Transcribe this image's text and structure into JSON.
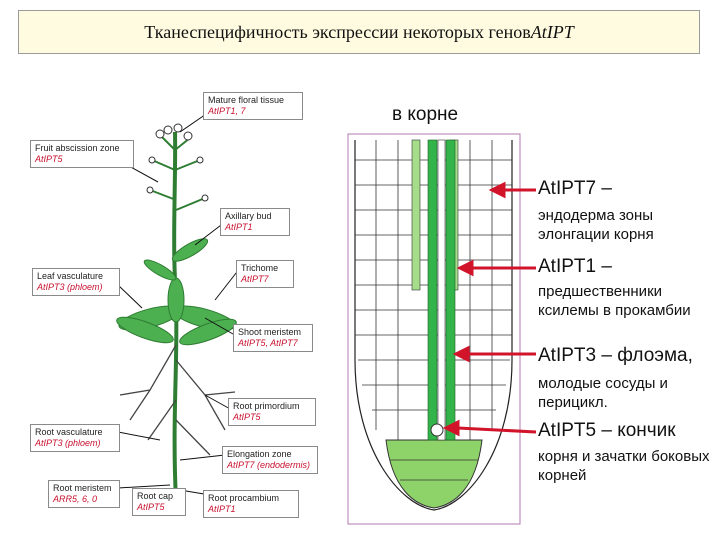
{
  "title": {
    "main": "Тканеспецифичность экспрессии некоторых генов ",
    "gene": "AtIPT"
  },
  "root_section": {
    "heading": "в корне",
    "labels": [
      {
        "gene": "AtIPT7 –",
        "desc": "эндодерма зоны элонгации корня"
      },
      {
        "gene": "AtIPT1 –",
        "desc": "предшественники ксилемы в прокамбии"
      },
      {
        "gene": "AtIPT3 – флоэма,",
        "desc": "молодые сосуды и перицикл."
      },
      {
        "gene": "AtIPT5 – кончик",
        "desc": "корня и зачатки боковых корней"
      }
    ]
  },
  "plant_callouts": [
    {
      "tissue": "Mature floral tissue",
      "gene": "AtIPT1, 7"
    },
    {
      "tissue": "Fruit abscission zone",
      "gene": "AtIPT5"
    },
    {
      "tissue": "Axillary bud",
      "gene": "AtIPT1"
    },
    {
      "tissue": "Trichome",
      "gene": "AtIPT7"
    },
    {
      "tissue": "Leaf vasculature",
      "gene": "AtIPT3 (phloem)"
    },
    {
      "tissue": "Shoot meristem",
      "gene": "AtIPT5, AtIPT7"
    },
    {
      "tissue": "Root primordium",
      "gene": "AtIPT5"
    },
    {
      "tissue": "Root vasculature",
      "gene": "AtIPT3 (phloem)"
    },
    {
      "tissue": "Elongation zone",
      "gene": "AtIPT7 (endodermis)"
    },
    {
      "tissue": "Root meristem",
      "gene": "ARR5, 6, 0"
    },
    {
      "tissue": "Root cap",
      "gene": "AtIPT5"
    },
    {
      "tissue": "Root procambium",
      "gene": "AtIPT1"
    }
  ],
  "colors": {
    "tissue_green": "#33b44a",
    "light_green": "#a6dd8a",
    "tip_green": "#8ed36a",
    "arrow_red": "#d2142b",
    "gene_red": "#c8102e"
  }
}
